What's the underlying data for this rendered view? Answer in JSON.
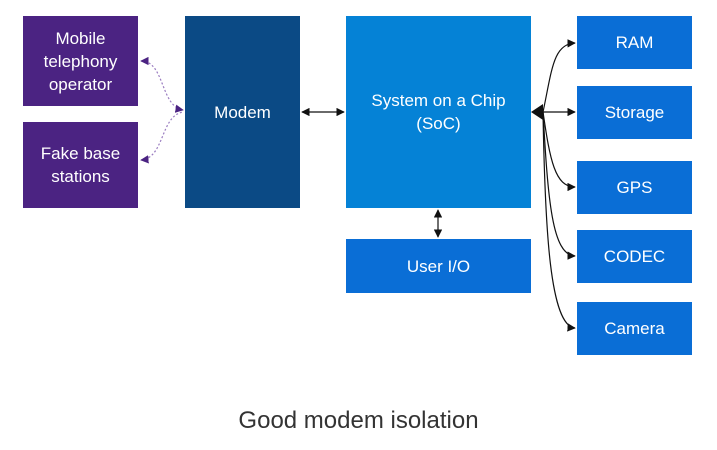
{
  "diagram": {
    "nodes": {
      "mobile_operator": "Mobile\ntelephony\noperator",
      "fake_base_stations": "Fake base\nstations",
      "modem": "Modem",
      "soc": "System on a Chip\n(SoC)",
      "user_io": "User I/O",
      "ram": "RAM",
      "storage": "Storage",
      "gps": "GPS",
      "codec": "CODEC",
      "camera": "Camera"
    },
    "edges": [
      {
        "from": "mobile_operator",
        "to": "modem",
        "style": "dotted",
        "arrows": "both"
      },
      {
        "from": "fake_base_stations",
        "to": "modem",
        "style": "dotted",
        "arrows": "both"
      },
      {
        "from": "modem",
        "to": "soc",
        "style": "solid",
        "arrows": "both"
      },
      {
        "from": "soc",
        "to": "user_io",
        "style": "solid",
        "arrows": "both"
      },
      {
        "from": "soc",
        "to": "ram",
        "style": "solid",
        "arrows": "both"
      },
      {
        "from": "soc",
        "to": "storage",
        "style": "solid",
        "arrows": "both"
      },
      {
        "from": "soc",
        "to": "gps",
        "style": "solid",
        "arrows": "both"
      },
      {
        "from": "soc",
        "to": "codec",
        "style": "solid",
        "arrows": "both"
      },
      {
        "from": "soc",
        "to": "camera",
        "style": "solid",
        "arrows": "both"
      }
    ],
    "caption": "Good modem isolation",
    "colors": {
      "external": "#4b2382",
      "modem": "#0b4a85",
      "soc": "#0582d6",
      "peripheral": "#0a6ed6"
    }
  }
}
